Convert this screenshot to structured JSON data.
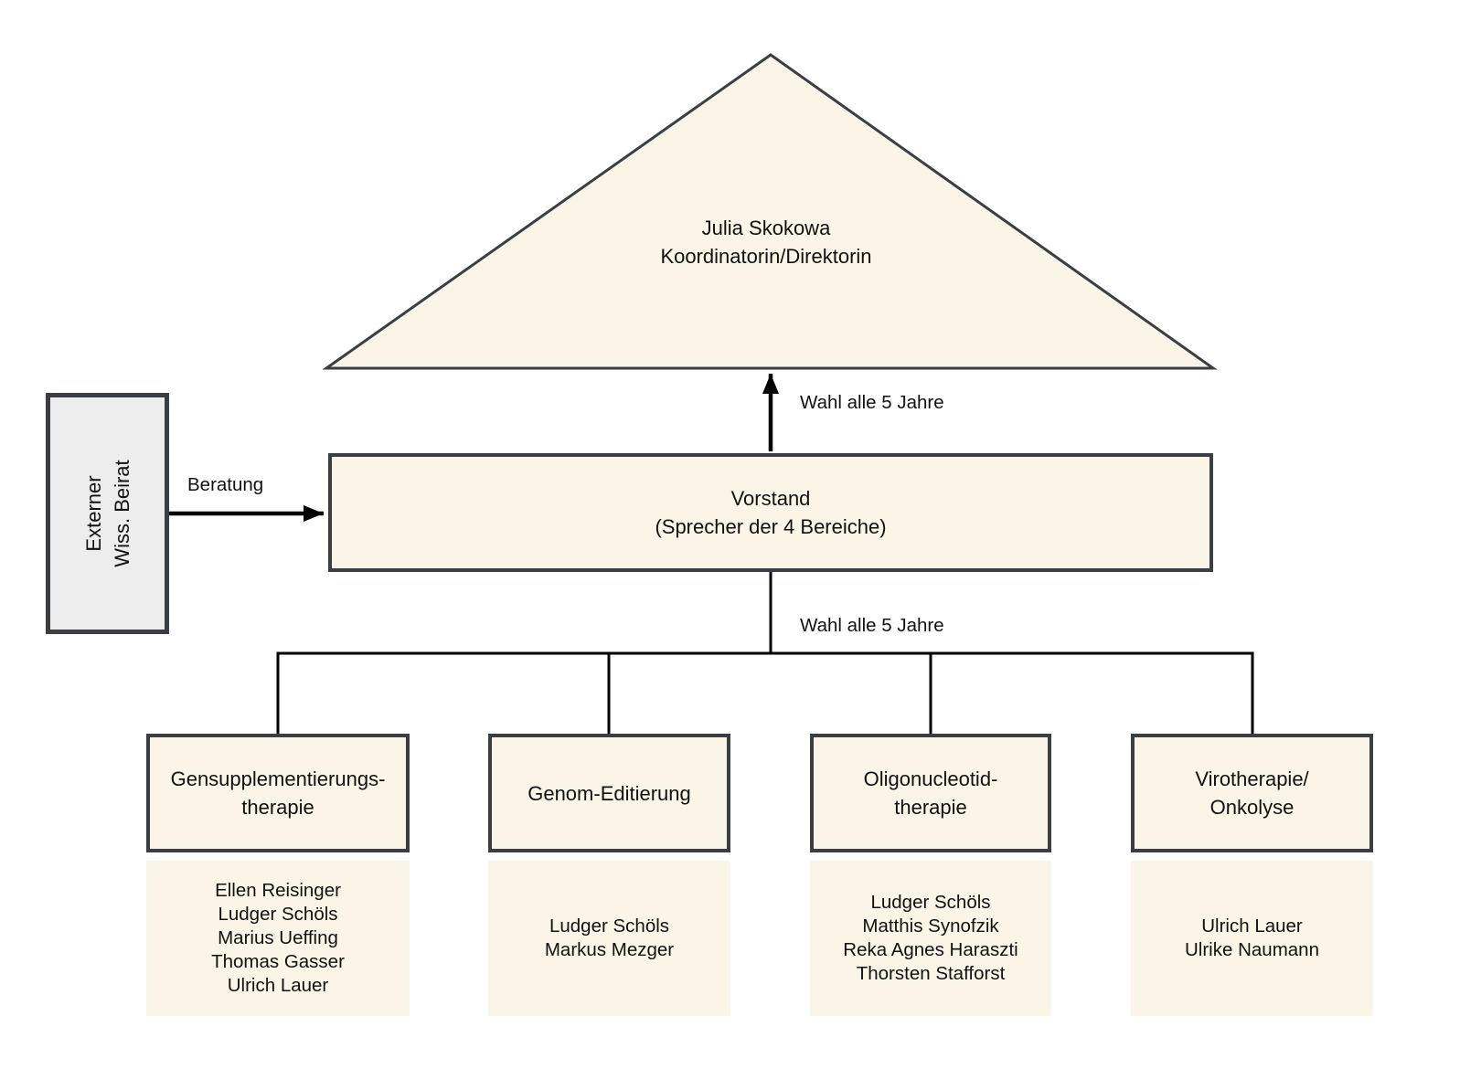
{
  "colors": {
    "node_fill": "#faf5e7",
    "node_border": "#3a3e45",
    "advisory_fill": "#ededed",
    "connector": "#000000",
    "text": "#111111",
    "background": "#ffffff"
  },
  "director": {
    "label": "Julia Skokowa\nKoordinatorin/Direktorin"
  },
  "board": {
    "label": "Vorstand\n(Sprecher der 4 Bereiche)"
  },
  "advisory": {
    "label": "Externer\nWiss. Beirat"
  },
  "edges": {
    "advisory_to_board": "Beratung",
    "board_to_director": "Wahl alle 5 Jahre",
    "branches_to_board": "Wahl alle 5 Jahre"
  },
  "branches": [
    {
      "title": "Gensupplementierungs-\ntherapie",
      "members": [
        "Ellen Reisinger",
        "Ludger Schöls",
        "Marius Ueffing",
        "Thomas Gasser",
        "Ulrich Lauer"
      ]
    },
    {
      "title": "Genom-Editierung",
      "members": [
        "Ludger Schöls",
        "Markus Mezger"
      ]
    },
    {
      "title": "Oligonucleotid-\ntherapie",
      "members": [
        "Ludger Schöls",
        "Matthis Synofzik",
        "Reka Agnes Haraszti",
        "Thorsten Stafforst"
      ]
    },
    {
      "title": "Virotherapie/\nOnkolyse",
      "members": [
        "Ulrich Lauer",
        "Ulrike Naumann"
      ]
    }
  ]
}
